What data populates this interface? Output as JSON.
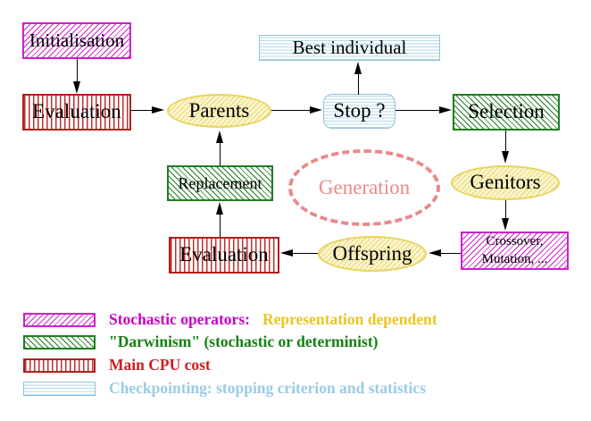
{
  "nodes": {
    "initialisation": {
      "label": "Initialisation"
    },
    "evaluation_top": {
      "label": "Evaluation"
    },
    "parents": {
      "label": "Parents"
    },
    "best_individual": {
      "label": "Best individual"
    },
    "stop": {
      "label": "Stop ?"
    },
    "selection": {
      "label": "Selection"
    },
    "genitors": {
      "label": "Genitors"
    },
    "crossover_mutation": {
      "line1": "Crossover,",
      "line2": "Mutation, ..."
    },
    "offspring": {
      "label": "Offspring"
    },
    "evaluation_bottom": {
      "label": "Evaluation"
    },
    "replacement": {
      "label": "Replacement"
    },
    "generation": {
      "label": "Generation"
    }
  },
  "legend": {
    "items": [
      {
        "swatch_icon": "magenta-diagonal-hatch",
        "label": "Stochastic operators:",
        "label2": "Representation dependent"
      },
      {
        "swatch_icon": "green-diagonal-hatch",
        "label": "\"Darwinism\" (stochastic or determinist)",
        "label2": ""
      },
      {
        "swatch_icon": "red-vertical-stripes",
        "label": "Main CPU cost",
        "label2": ""
      },
      {
        "swatch_icon": "cyan-horizontal-stripes",
        "label": "Checkpointing: stopping criterion and statistics",
        "label2": ""
      }
    ]
  },
  "palette": {
    "magenta": "#cc22cc",
    "magenta_text": "#cc00cc",
    "green": "#1e7d1e",
    "green_text": "#148014",
    "red": "#c03030",
    "red_border": "#b02020",
    "red_text": "#cc2020",
    "cyan": "#b2d9ea",
    "cyan_border": "#8fc3dc",
    "cyan_text": "#9acce6",
    "yellow_border": "#e7d35e",
    "yellow_line": "#eedf8e",
    "yellow_bg": "#fdf7d0",
    "gold_text": "#e9c623",
    "coral": "#ec8888"
  }
}
